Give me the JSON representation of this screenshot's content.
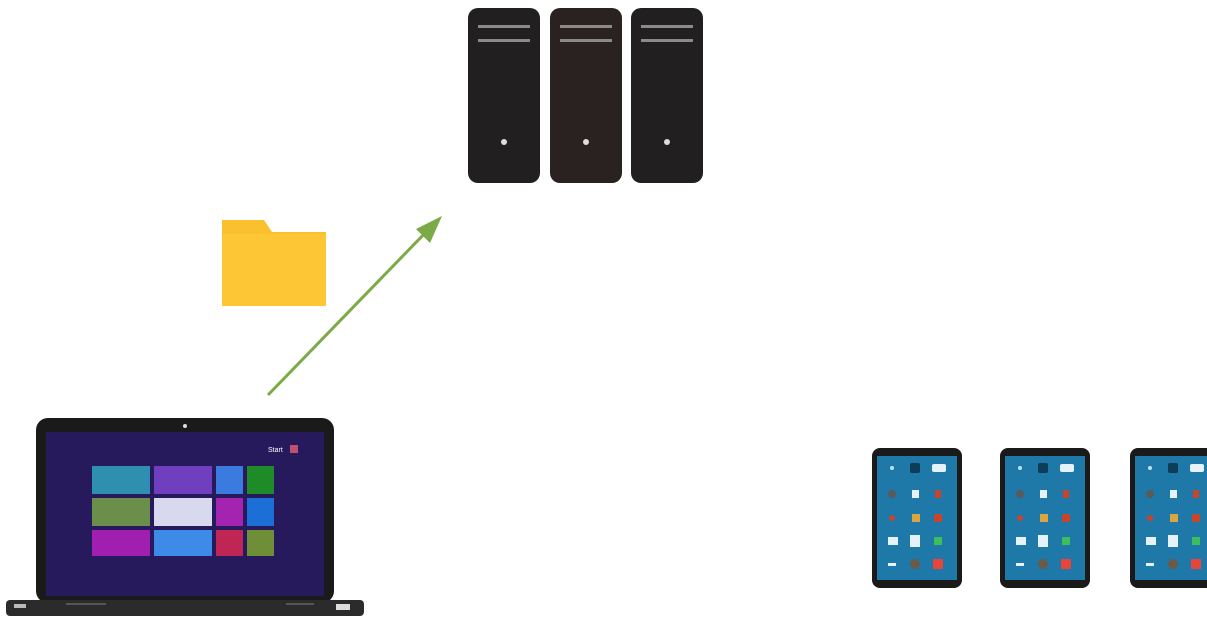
{
  "diagram": {
    "servers": {
      "count": 3,
      "colors": [
        "#221f20",
        "#2a2121",
        "#221f20"
      ]
    },
    "folder": {
      "icon": "folder-icon",
      "color": "#fbc02d"
    },
    "arrow": {
      "color": "#7caa47",
      "direction": "laptop-to-servers"
    },
    "laptop": {
      "icon": "laptop-icon",
      "screen_color": "#261a5c",
      "start_label": "Start",
      "tile_colors": [
        "#2e8fb0",
        "#6f3fbf",
        "#3b7be0",
        "#1e8a28",
        "#6b8f4a",
        "#d8d8ee",
        "#a423b0",
        "#1d6fd8",
        "#a01fb0",
        "#3d8ae8",
        "#c02655",
        "#6e8f38"
      ]
    },
    "tablets": {
      "count": 3,
      "icon": "tablet-icon",
      "screen_color": "#1f79a8"
    }
  }
}
